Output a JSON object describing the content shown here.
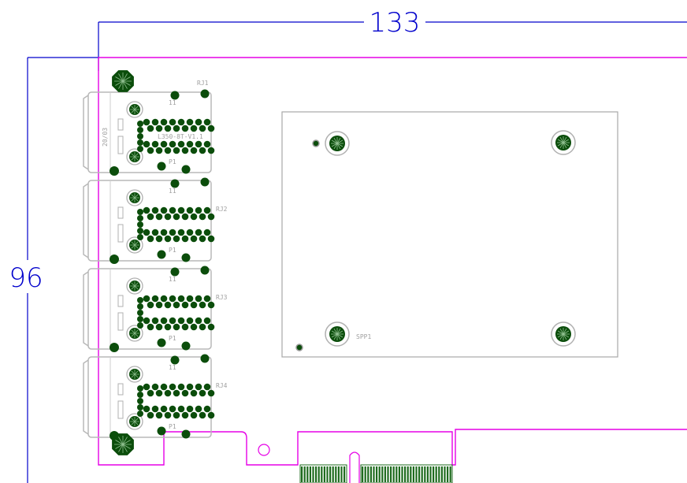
{
  "dimensions": {
    "width_label": "133",
    "height_label": "96"
  },
  "labels": {
    "board_id": "L350-8T-V1.1",
    "date_code": "20/03",
    "rj1": "RJ1",
    "rj2": "RJ2",
    "rj3": "RJ3",
    "rj4": "RJ4",
    "spp": "SPP1",
    "pin_top": "11",
    "pin_bottom": "P1"
  },
  "colors": {
    "dimension_line": "#0000cc",
    "board_outline": "#e600e6",
    "silkscreen": "#a0a0a0",
    "pad_fill": "#0b4d0b",
    "gold_finger": "#1f6b1f"
  },
  "connectors": [
    {
      "id": "rj1",
      "label_key": "rj1"
    },
    {
      "id": "rj2",
      "label_key": "rj2"
    },
    {
      "id": "rj3",
      "label_key": "rj3"
    },
    {
      "id": "rj4",
      "label_key": "rj4"
    }
  ]
}
